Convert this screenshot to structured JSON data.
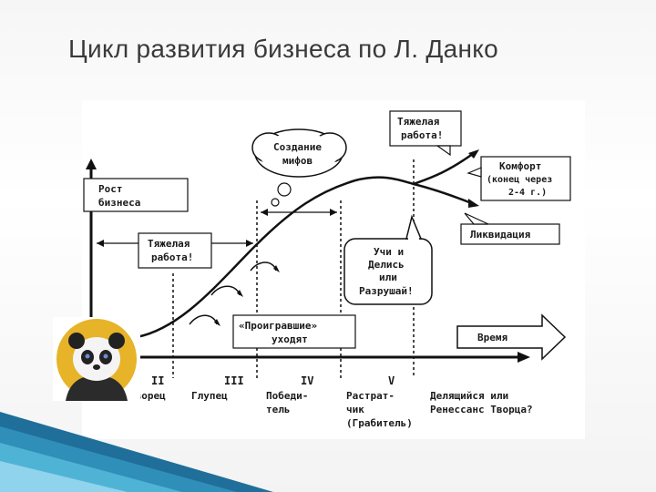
{
  "slide": {
    "title": "Цикл развития бизнеса по Л. Данко"
  },
  "diagram": {
    "y_axis_label": [
      "Рост",
      "бизнеса"
    ],
    "x_axis_label": "Время",
    "callouts": {
      "hard_work_top": [
        "Тяжелая",
        "работа!"
      ],
      "comfort": [
        "Комфорт",
        "(конец через",
        "2-4 г.)"
      ],
      "liquidation": "Ликвидация",
      "myths": [
        "Создание",
        "мифов"
      ],
      "hard_work_mid": [
        "Тяжелая",
        "работа!"
      ],
      "teach": [
        "Учи и",
        "Делись",
        "или",
        "Разрушай!"
      ],
      "losers": [
        "«Проигравшие»",
        "уходят"
      ]
    },
    "stages": [
      {
        "numeral": "II",
        "name": [
          "Творец"
        ]
      },
      {
        "numeral": "III",
        "name": [
          "Глупец"
        ]
      },
      {
        "numeral": "IV",
        "name": [
          "Победи-",
          "тель"
        ]
      },
      {
        "numeral": "V",
        "name": [
          "Растрат-",
          "чик",
          "(Грабитель)"
        ]
      },
      {
        "numeral": "",
        "name": [
          "Делящийся или",
          "Ренессанс Творца?"
        ]
      }
    ]
  }
}
